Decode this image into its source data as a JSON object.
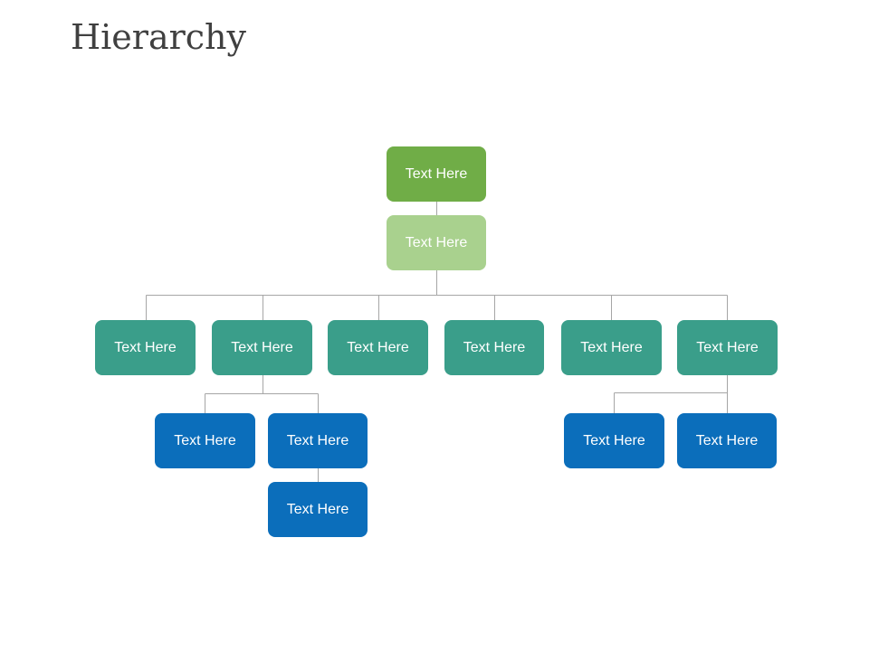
{
  "title": "Hierarchy",
  "colors": {
    "root": "#70ad47",
    "level1": "#a9d18e",
    "level2": "#3a9e8a",
    "level3": "#0b6ebb",
    "connector": "#a6a6a6"
  },
  "nodes": [
    {
      "label": "Text Here"
    },
    {
      "label": "Text Here"
    },
    {
      "label": "Text Here"
    },
    {
      "label": "Text Here"
    },
    {
      "label": "Text Here"
    },
    {
      "label": "Text Here"
    },
    {
      "label": "Text Here"
    },
    {
      "label": "Text Here"
    },
    {
      "label": "Text Here"
    },
    {
      "label": "Text Here"
    },
    {
      "label": "Text Here"
    },
    {
      "label": "Text Here"
    },
    {
      "label": "Text Here"
    }
  ],
  "edges": [
    [
      0,
      1
    ],
    [
      1,
      2
    ],
    [
      1,
      3
    ],
    [
      1,
      4
    ],
    [
      1,
      5
    ],
    [
      1,
      6
    ],
    [
      1,
      7
    ],
    [
      3,
      8
    ],
    [
      3,
      9
    ],
    [
      9,
      10
    ],
    [
      7,
      11
    ],
    [
      7,
      12
    ]
  ]
}
